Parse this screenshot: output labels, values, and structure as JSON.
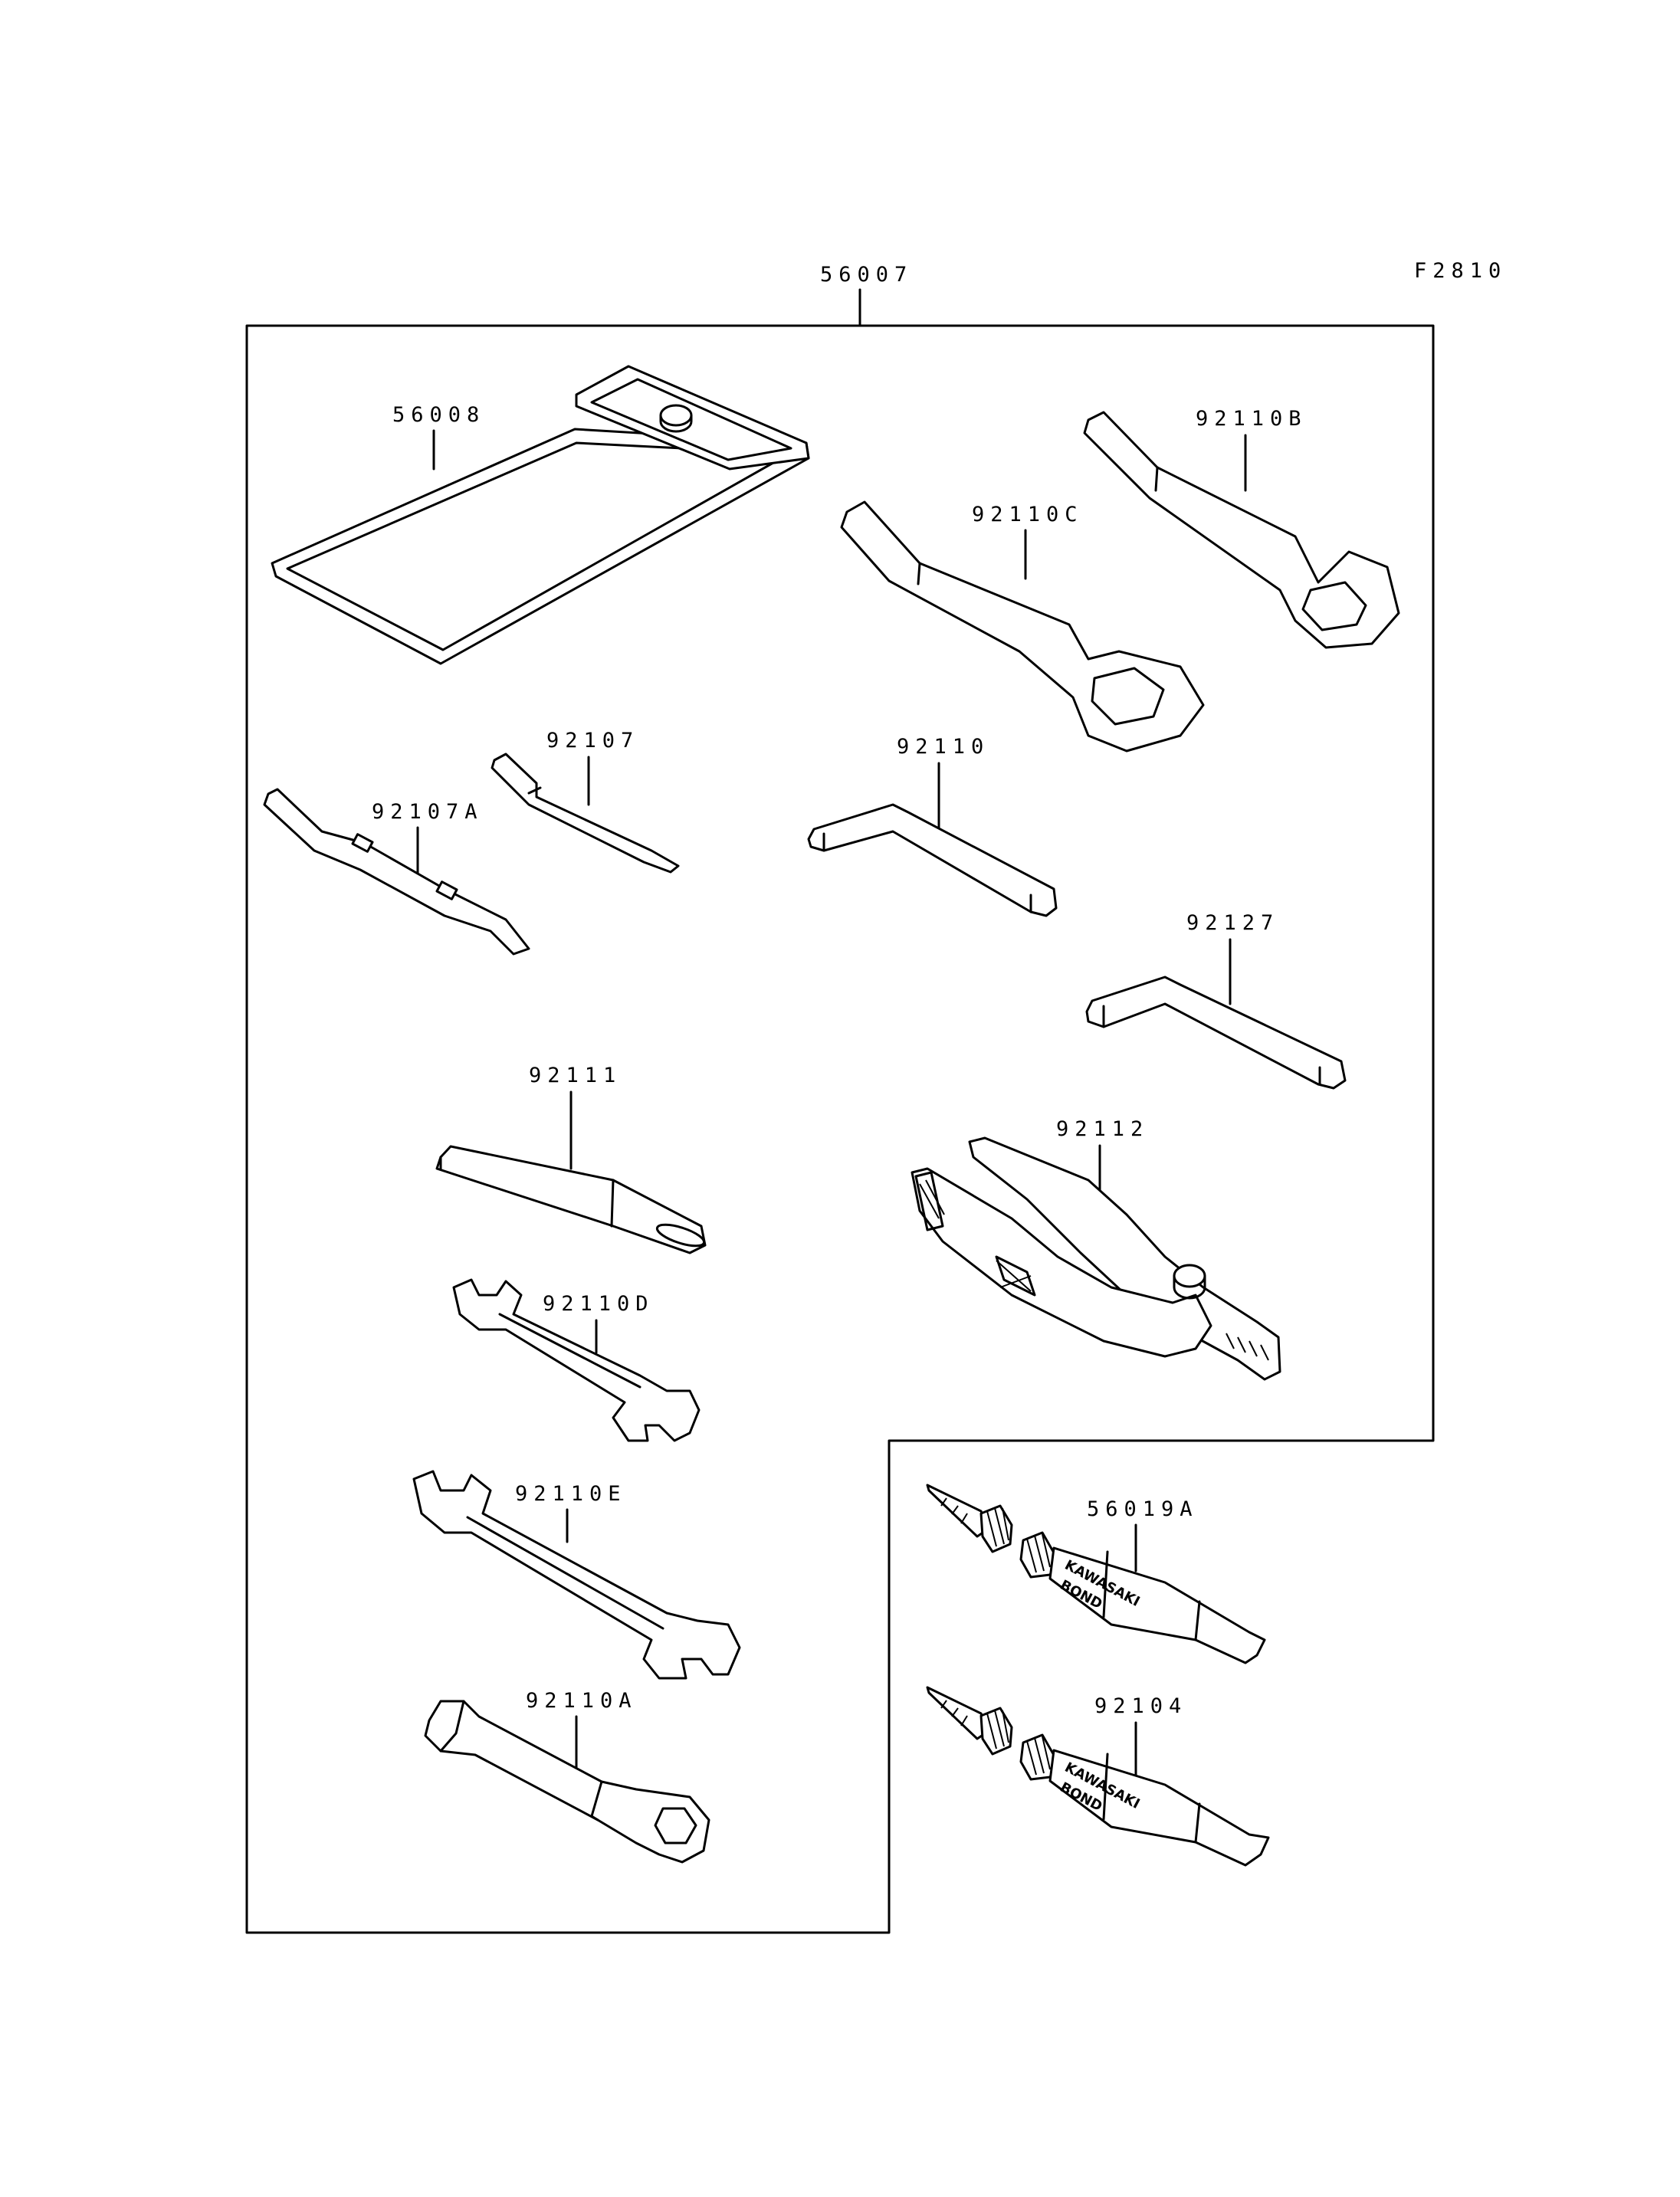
{
  "figure_code": "F2810",
  "kit": {
    "label": "56007"
  },
  "parts": [
    {
      "id": "pouch",
      "label": "56008"
    },
    {
      "id": "ring-wrench-b",
      "label": "92110B"
    },
    {
      "id": "ring-wrench-c",
      "label": "92110C"
    },
    {
      "id": "screwdriver-bit",
      "label": "92107"
    },
    {
      "id": "screwdriver-grip",
      "label": "92107A"
    },
    {
      "id": "hex-key-large",
      "label": "92110"
    },
    {
      "id": "hex-key-small",
      "label": "92127"
    },
    {
      "id": "handle-bar",
      "label": "92111"
    },
    {
      "id": "pliers",
      "label": "92112"
    },
    {
      "id": "open-wrench-d",
      "label": "92110D"
    },
    {
      "id": "open-wrench-e",
      "label": "92110E"
    },
    {
      "id": "plug-wrench",
      "label": "92110A"
    },
    {
      "id": "bond-tube-a",
      "label": "56019A"
    },
    {
      "id": "bond-tube-b",
      "label": "92104"
    }
  ],
  "tube_text": {
    "line1": "KAWASAKI",
    "line2": "BOND"
  }
}
